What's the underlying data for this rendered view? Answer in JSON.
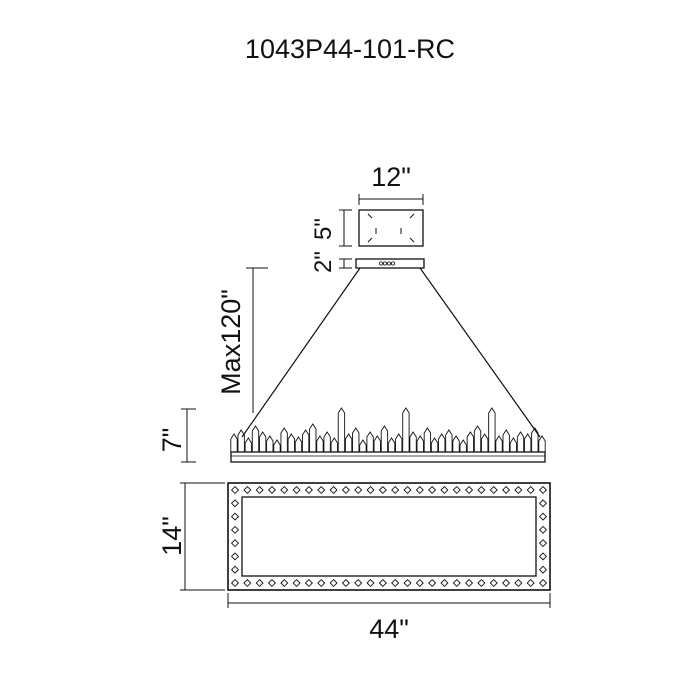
{
  "title": "1043P44-101-RC",
  "dimensions": {
    "canopy_width": "12\"",
    "canopy_height": "5\"",
    "canopy_gap": "2\"",
    "max_height": "Max120\"",
    "fixture_height": "7\"",
    "depth": "14\"",
    "length": "44\""
  },
  "colors": {
    "line": "#111111",
    "background": "#ffffff"
  }
}
